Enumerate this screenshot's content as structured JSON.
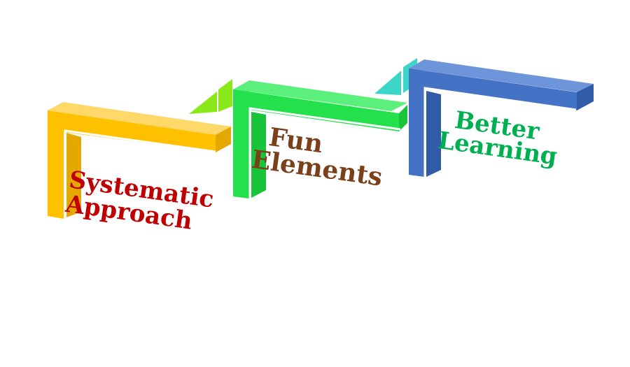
{
  "diagram": {
    "steps": [
      {
        "id": "systematic",
        "lines": [
          "Systematic",
          "Approach"
        ],
        "colors": {
          "front": "#FFC000",
          "top": "#FFD86A",
          "side": "#E5A800",
          "connector": "#FFC000"
        },
        "text_color": "#C00000"
      },
      {
        "id": "fun",
        "lines": [
          "Fun",
          "Elements"
        ],
        "colors": {
          "front": "#22E14B",
          "top": "#5BEF7B",
          "side": "#17C43A",
          "connector": "#8BE81B"
        },
        "text_color": "#7B3F1A"
      },
      {
        "id": "better",
        "lines": [
          "Better",
          "Learning"
        ],
        "colors": {
          "front": "#4472C4",
          "top": "#6E95DA",
          "side": "#2F5BA8",
          "connector": "#3CD6C8"
        },
        "text_color": "#00B050"
      }
    ]
  }
}
